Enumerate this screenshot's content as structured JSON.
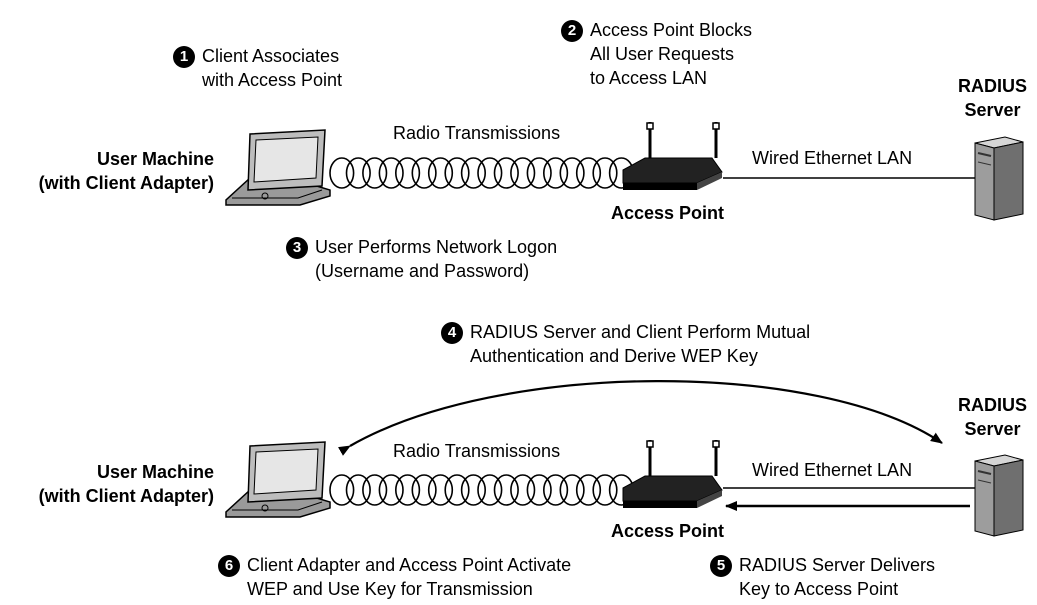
{
  "top": {
    "user_machine": [
      "User Machine",
      "(with Client Adapter)"
    ],
    "radio_label": "Radio Transmissions",
    "wired_label": "Wired Ethernet LAN",
    "ap_label": "Access Point",
    "radius_label": [
      "RADIUS",
      "Server"
    ]
  },
  "bottom": {
    "user_machine": [
      "User Machine",
      "(with Client Adapter)"
    ],
    "radio_label": "Radio Transmissions",
    "wired_label": "Wired Ethernet LAN",
    "ap_label": "Access Point",
    "radius_label": [
      "RADIUS",
      "Server"
    ]
  },
  "steps": [
    {
      "num": "1",
      "lines": [
        "Client Associates",
        "with Access Point"
      ]
    },
    {
      "num": "2",
      "lines": [
        "Access Point Blocks",
        "All User Requests",
        "to Access LAN"
      ]
    },
    {
      "num": "3",
      "lines": [
        "User Performs Network Logon",
        "(Username and Password)"
      ]
    },
    {
      "num": "4",
      "lines": [
        "RADIUS Server and Client Perform Mutual",
        "Authentication and Derive WEP Key"
      ]
    },
    {
      "num": "5",
      "lines": [
        "RADIUS Server Delivers",
        "Key to Access Point"
      ]
    },
    {
      "num": "6",
      "lines": [
        "Client Adapter and Access Point Activate",
        "WEP and Use Key for Transmission"
      ]
    }
  ]
}
